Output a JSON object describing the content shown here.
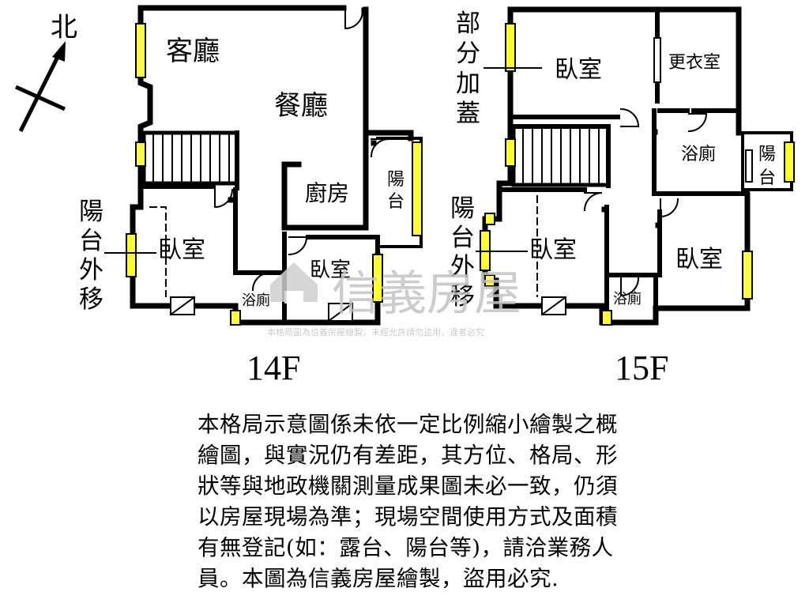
{
  "compass": {
    "north_label": "北"
  },
  "floors": [
    {
      "id": "14F",
      "label": "14F",
      "rooms": {
        "living_room": "客廳",
        "dining_room": "餐廳",
        "kitchen": "廚房",
        "balcony": "陽台",
        "bedroom_left": "臥室",
        "bedroom_right": "臥室",
        "bathroom": "浴廁"
      },
      "annotation_lines": [
        "陽",
        "台",
        "外",
        "移"
      ]
    },
    {
      "id": "15F",
      "label": "15F",
      "rooms": {
        "bedroom_top": "臥室",
        "walk_in_closet": "更衣室",
        "bathroom_right": "浴廁",
        "balcony": "陽台",
        "bedroom_left": "臥室",
        "bedroom_right": "臥室",
        "bathroom_small": "浴廁"
      },
      "annotation_addition_lines": [
        "部",
        "分",
        "加",
        "蓋"
      ],
      "annotation_balcony_lines": [
        "陽",
        "台",
        "外",
        "移"
      ]
    }
  ],
  "watermark": {
    "brand": "信義房屋",
    "fine_print": "本格局圖為信義房屋繪製，未經允許請勿盜用，違者必究"
  },
  "notice_lines": [
    "本格局示意圖係未依一定比例縮小繪製之概",
    "繪圖，與實況仍有差距，其方位、格局、形",
    "狀等與地政機關測量成果圖未必一致，仍須",
    "以房屋現場為準；現場空間使用方式及面積",
    "有無登記(如：露台、陽台等)，請洽業務人",
    "員。本圖為信義房屋繪製，盜用必究."
  ]
}
